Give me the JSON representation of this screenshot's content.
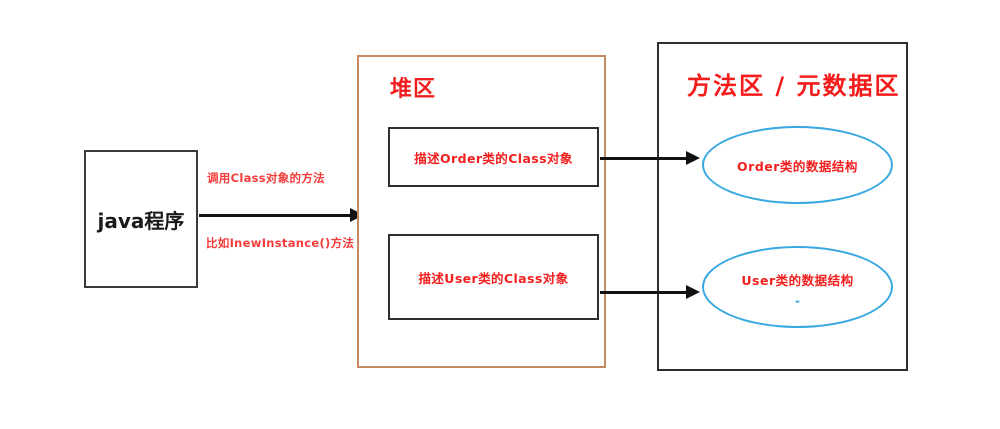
{
  "diagram": {
    "title": "java reflection Class object memory diagram",
    "colors": {
      "red_text": "#f42020",
      "heap_border": "#c68a63",
      "panel_border": "#2f2f2f",
      "ellipse_border": "#38a8e0",
      "arrow": "#121212",
      "background": "#ffffff"
    }
  },
  "java_box": {
    "label": "java程序"
  },
  "arrow_labels": {
    "top": "调用Class对象的方法",
    "bottom": "比如InewInstance()方法"
  },
  "heap_panel": {
    "title": "堆区",
    "boxes": [
      {
        "label": "描述Order类的Class对象"
      },
      {
        "label": "描述User类的Class对象"
      }
    ]
  },
  "method_panel": {
    "title": "方法区 / 元数据区",
    "ellipses": [
      {
        "label": "Order类的数据结构",
        "artifact": ""
      },
      {
        "label": "User类的数据结构",
        "artifact": "-"
      }
    ]
  }
}
